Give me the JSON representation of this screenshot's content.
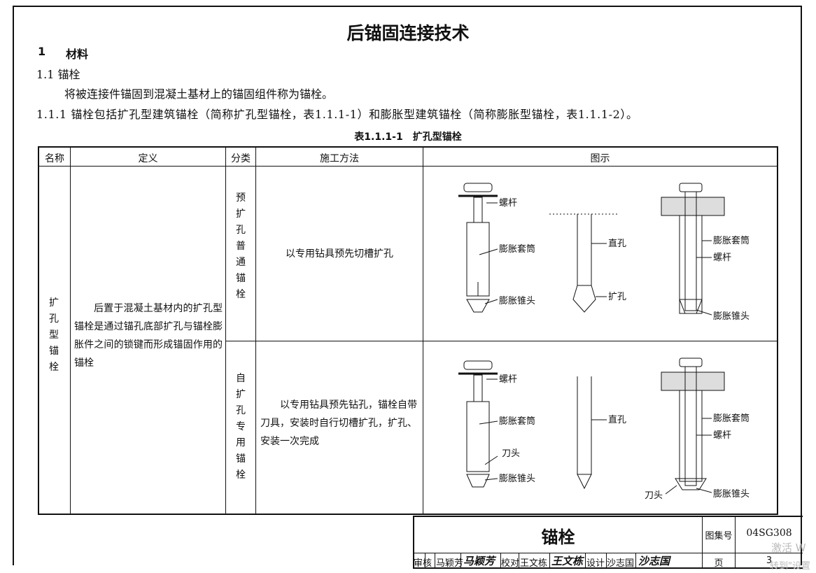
{
  "title": "后锚固连接技术",
  "section": {
    "num": "1",
    "label": "材料"
  },
  "subsection": "1.1 锚栓",
  "definition_text": "将被连接件锚固到混凝土基材上的锚固组件称为锚栓。",
  "clause": "1.1.1 锚栓包括扩孔型建筑锚栓（简称扩孔型锚栓，表1.1.1-1）和膨胀型建筑锚栓（简称膨胀型锚栓，表1.1.1-2）。",
  "table_caption": "表1.1.1-1　扩孔型锚栓",
  "table": {
    "headers": [
      "名称",
      "定义",
      "分类",
      "施工方法",
      "图示"
    ],
    "name": "扩孔型锚栓",
    "definition": "后置于混凝土基材内的扩孔型锚栓是通过锚孔底部扩孔与锚栓膨胀件之间的锁键而形成锚固作用的锚栓",
    "rows": [
      {
        "category": "预扩孔普通锚栓",
        "method": "以专用钻具预先切槽扩孔",
        "labels": {
          "screw": "螺杆",
          "sleeve": "膨胀套筒",
          "cone": "膨胀锥头",
          "hole": "直孔",
          "ream": "扩孔",
          "sleeve2": "膨胀套筒",
          "screw2": "螺杆",
          "cone2": "膨胀锥头"
        }
      },
      {
        "category": "自扩孔专用锚栓",
        "method": "以专用钻具预先钻孔，锚栓自带刀具，安装时自行切槽扩孔，扩孔、安装一次完成",
        "labels": {
          "screw": "螺杆",
          "sleeve": "膨胀套筒",
          "cutter": "刀头",
          "cone": "膨胀锥头",
          "hole": "直孔",
          "sleeve2": "膨胀套筒",
          "screw2": "螺杆",
          "cutter2": "刀头",
          "cone2": "膨胀锥头"
        }
      }
    ]
  },
  "titleblock": {
    "name": "锚栓",
    "atlas_label": "图集号",
    "atlas_no": "04SG308",
    "review_label": "审核",
    "reviewer": "马颖芳",
    "reviewer_sign": "马颖芳",
    "check_label": "校对",
    "checker": "王文栋",
    "checker_sign": "王文栋",
    "design_label": "设计",
    "designer": "沙志国",
    "designer_sign": "沙志国",
    "page_label": "页",
    "page_no": "3"
  },
  "watermark": {
    "line1": "激活 W",
    "line2": "转到\"设置"
  }
}
